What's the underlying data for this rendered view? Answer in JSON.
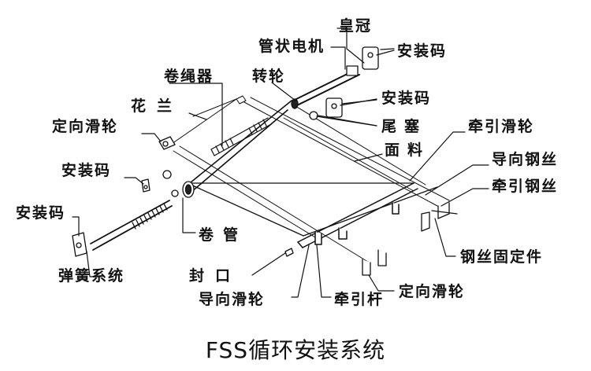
{
  "diagram": {
    "caption": "FSS循环安装系统",
    "labels": {
      "crown": "皇冠",
      "tubular_motor": "管状电机",
      "mount_code_top": "安装码",
      "rope_winder": "卷绳器",
      "pulley": "转轮",
      "mount_code_mid": "安装码",
      "flange": "花兰",
      "tail_plug": "尾塞",
      "fixed_pulley_left": "定向滑轮",
      "traction_pulley": "牵引滑轮",
      "fabric": "面料",
      "guide_wire": "导向钢丝",
      "mount_code_left": "安装码",
      "traction_wire": "牵引钢丝",
      "mount_code_bottom": "安装码",
      "roller_tube": "卷管",
      "wire_fixer": "钢丝固定件",
      "spring_system": "弹簧系统",
      "seal": "封口",
      "guide_pulley": "导向滑轮",
      "traction_rod": "牵引杆",
      "fixed_pulley_right": "定向滑轮"
    }
  }
}
